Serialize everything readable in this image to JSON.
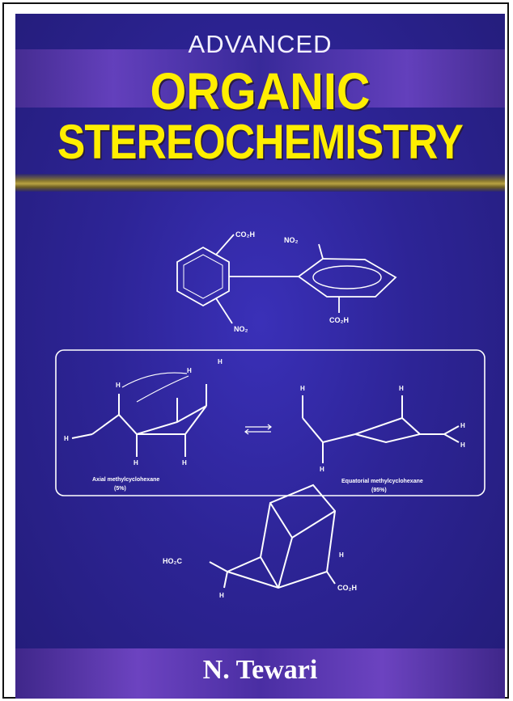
{
  "cover": {
    "series_word": "ADVANCED",
    "title_line1": "ORGANIC",
    "title_line2": "STEREOCHEMISTRY",
    "author": "N. Tewari"
  },
  "biphenyl": {
    "group_top": "CO₂H",
    "group_top_right": "NO₂",
    "group_bottom_left": "NO₂",
    "group_bottom_right": "CO₂H"
  },
  "cyclohexane_box": {
    "atom_label": "H",
    "left_caption_line1": "Axial methylcyclohexane",
    "left_caption_line2": "(5%)",
    "right_caption_line1": "Equatorial methylcyclohexane",
    "right_caption_line2": "(95%)"
  },
  "adamantane": {
    "group_left": "HO₂C",
    "group_right": "CO₂H",
    "atom_label": "H"
  },
  "colors": {
    "background": "#2d2496",
    "title_yellow": "#ffee00",
    "text_white": "#ffffff"
  }
}
